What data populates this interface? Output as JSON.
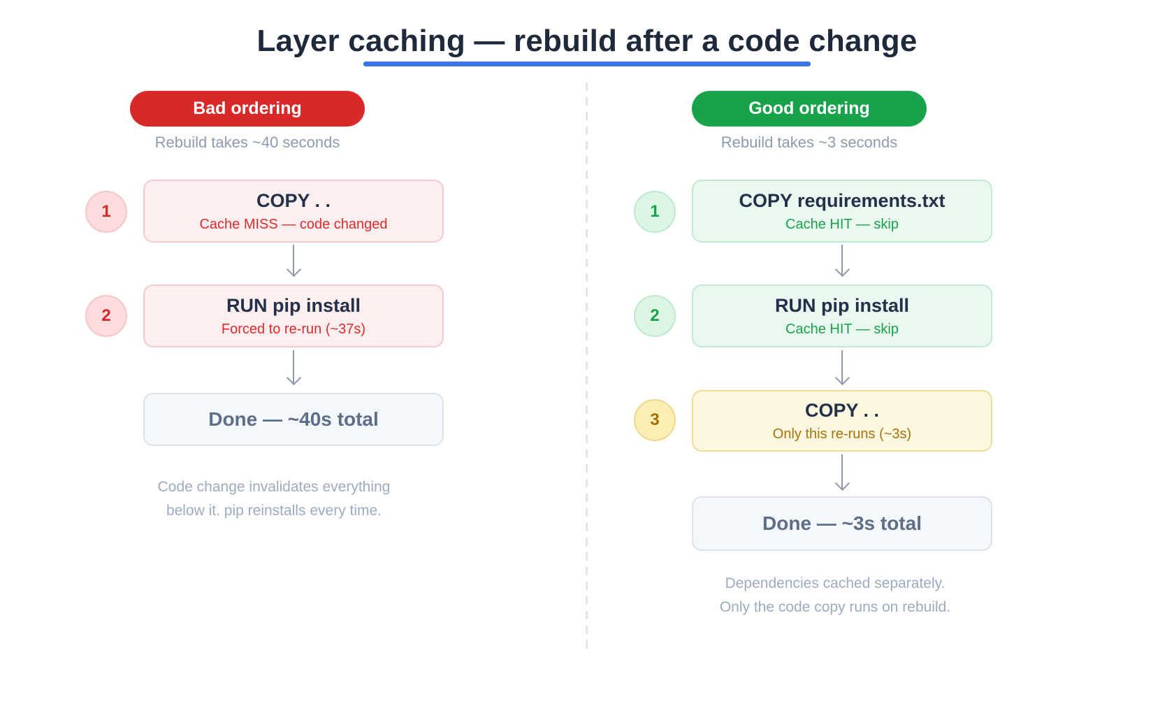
{
  "title": "Layer caching — rebuild after a code change",
  "colors": {
    "accent_blue": "#3b76e4",
    "bad_red": "#d92828",
    "good_green": "#18a34b",
    "warn_yellow": "#a8730b",
    "neutral_gray": "#5c6e89"
  },
  "columns": {
    "bad": {
      "badge": "Bad ordering",
      "subtitle": "Rebuild takes ~40 seconds",
      "steps": [
        {
          "num": "1",
          "title": "COPY . .",
          "detail": "Cache MISS — code changed"
        },
        {
          "num": "2",
          "title": "RUN pip install",
          "detail": "Forced to re-run (~37s)"
        }
      ],
      "done": "Done — ~40s total",
      "note_line1": "Code change invalidates everything",
      "note_line2": "below it. pip reinstalls every time."
    },
    "good": {
      "badge": "Good ordering",
      "subtitle": "Rebuild takes ~3 seconds",
      "steps": [
        {
          "num": "1",
          "title": "COPY requirements.txt",
          "detail": "Cache HIT — skip"
        },
        {
          "num": "2",
          "title": "RUN pip install",
          "detail": "Cache HIT — skip"
        },
        {
          "num": "3",
          "title": "COPY . .",
          "detail": "Only this re-runs (~3s)"
        }
      ],
      "done": "Done — ~3s total",
      "note_line1": "Dependencies cached separately.",
      "note_line2": "Only the code copy runs on rebuild."
    }
  }
}
